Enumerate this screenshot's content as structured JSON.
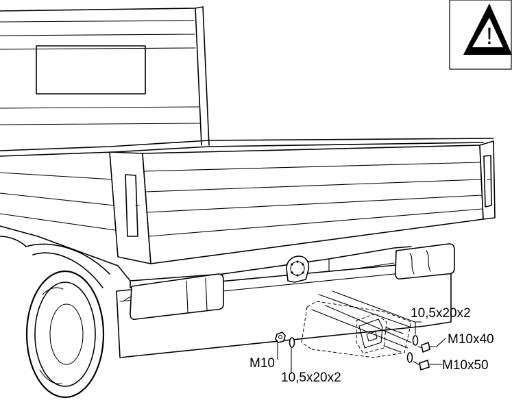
{
  "labels": {
    "washer_top": "10,5x20x2",
    "bolt_top": "M10x40",
    "bolt_bottom": "M10x50",
    "nut": "M10",
    "washer_bottom": "10,5x20x2",
    "warning_glyph": "!"
  }
}
